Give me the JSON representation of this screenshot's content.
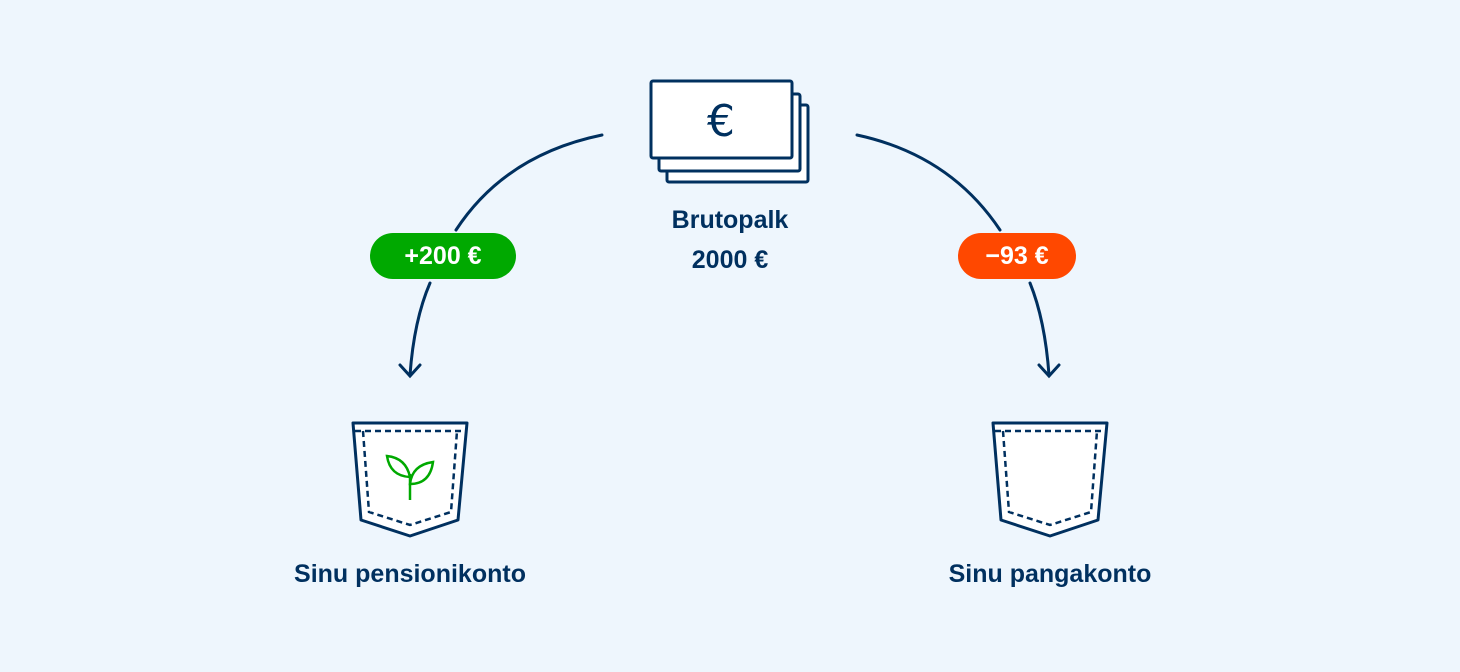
{
  "gross": {
    "label": "Brutopalk",
    "amount": "2000 €"
  },
  "pension": {
    "badge": "+200 €",
    "label": "Sinu pensionikonto"
  },
  "bank": {
    "badge": "−93 €",
    "label": "Sinu pangakonto"
  },
  "icons": {
    "money": "euro-banknotes-icon",
    "pension_pocket": "pocket-with-plant-icon",
    "bank_pocket": "pocket-icon"
  },
  "colors": {
    "navy": "#00305f",
    "green": "#00a900",
    "orange": "#ff4800",
    "background": "#eef6fd"
  }
}
